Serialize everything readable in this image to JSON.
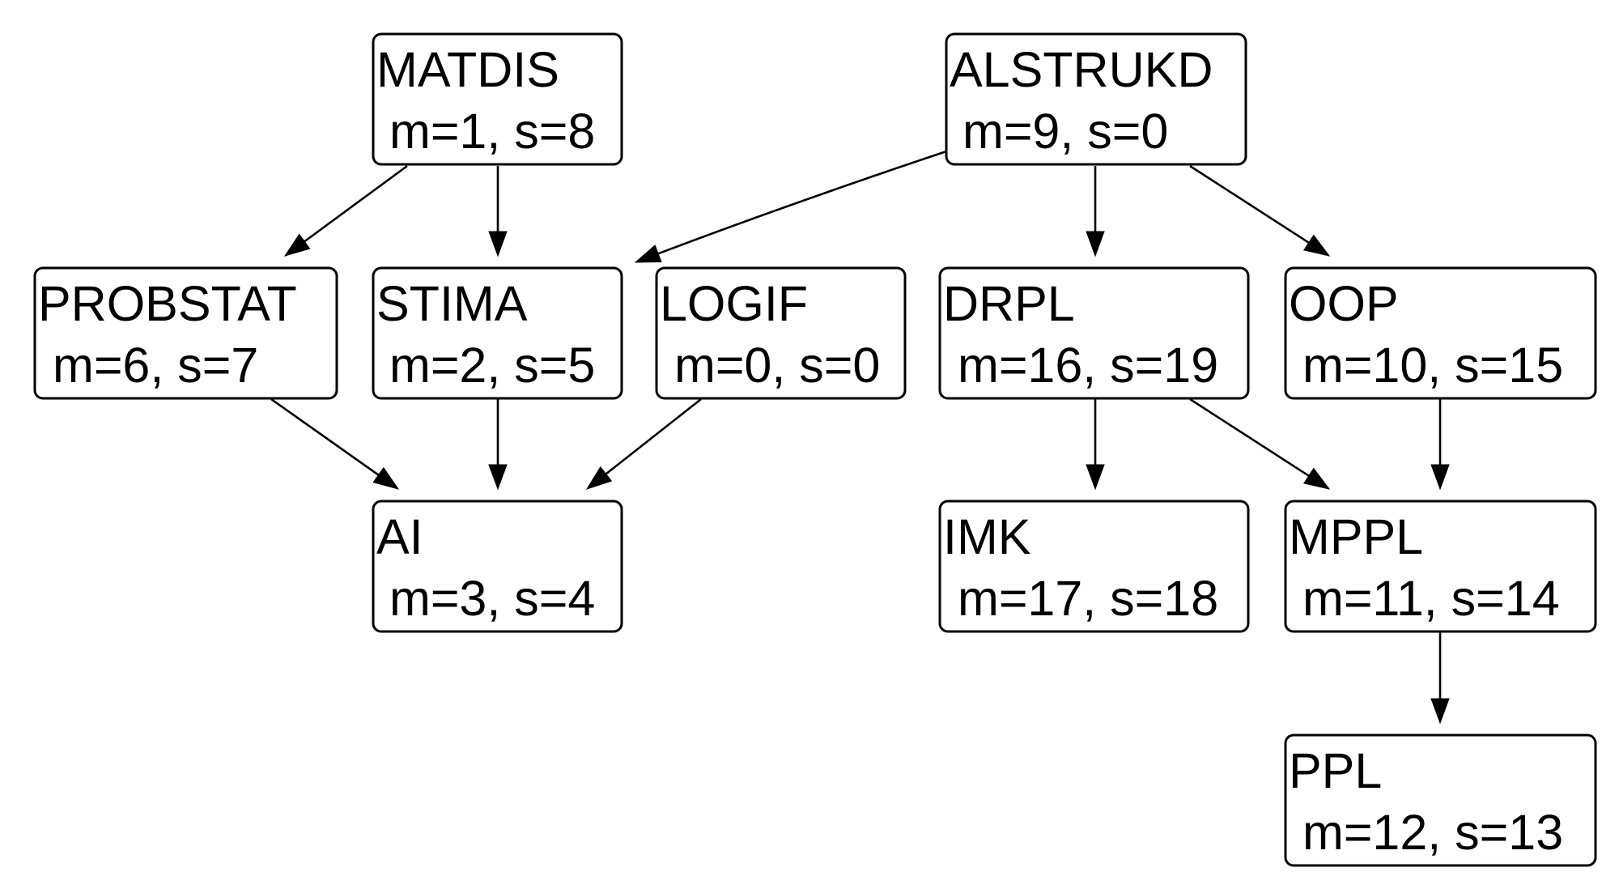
{
  "diagram": {
    "nodes": [
      {
        "id": "MATDIS",
        "label": "MATDIS",
        "stats": "m=1, s=8"
      },
      {
        "id": "ALSTRUKD",
        "label": "ALSTRUKD",
        "stats": "m=9, s=0"
      },
      {
        "id": "PROBSTAT",
        "label": "PROBSTAT",
        "stats": "m=6, s=7"
      },
      {
        "id": "STIMA",
        "label": "STIMA",
        "stats": "m=2, s=5"
      },
      {
        "id": "LOGIF",
        "label": "LOGIF",
        "stats": "m=0, s=0"
      },
      {
        "id": "DRPL",
        "label": "DRPL",
        "stats": "m=16, s=19"
      },
      {
        "id": "OOP",
        "label": "OOP",
        "stats": "m=10, s=15"
      },
      {
        "id": "AI",
        "label": "AI",
        "stats": "m=3, s=4"
      },
      {
        "id": "IMK",
        "label": "IMK",
        "stats": "m=17, s=18"
      },
      {
        "id": "MPPL",
        "label": "MPPL",
        "stats": "m=11, s=14"
      },
      {
        "id": "PPL",
        "label": "PPL",
        "stats": "m=12, s=13"
      }
    ],
    "edges": [
      {
        "from": "MATDIS",
        "to": "PROBSTAT"
      },
      {
        "from": "MATDIS",
        "to": "STIMA"
      },
      {
        "from": "ALSTRUKD",
        "to": "STIMA"
      },
      {
        "from": "ALSTRUKD",
        "to": "DRPL"
      },
      {
        "from": "ALSTRUKD",
        "to": "OOP"
      },
      {
        "from": "PROBSTAT",
        "to": "AI"
      },
      {
        "from": "STIMA",
        "to": "AI"
      },
      {
        "from": "LOGIF",
        "to": "AI"
      },
      {
        "from": "DRPL",
        "to": "IMK"
      },
      {
        "from": "DRPL",
        "to": "MPPL"
      },
      {
        "from": "OOP",
        "to": "MPPL"
      },
      {
        "from": "MPPL",
        "to": "PPL"
      }
    ]
  }
}
